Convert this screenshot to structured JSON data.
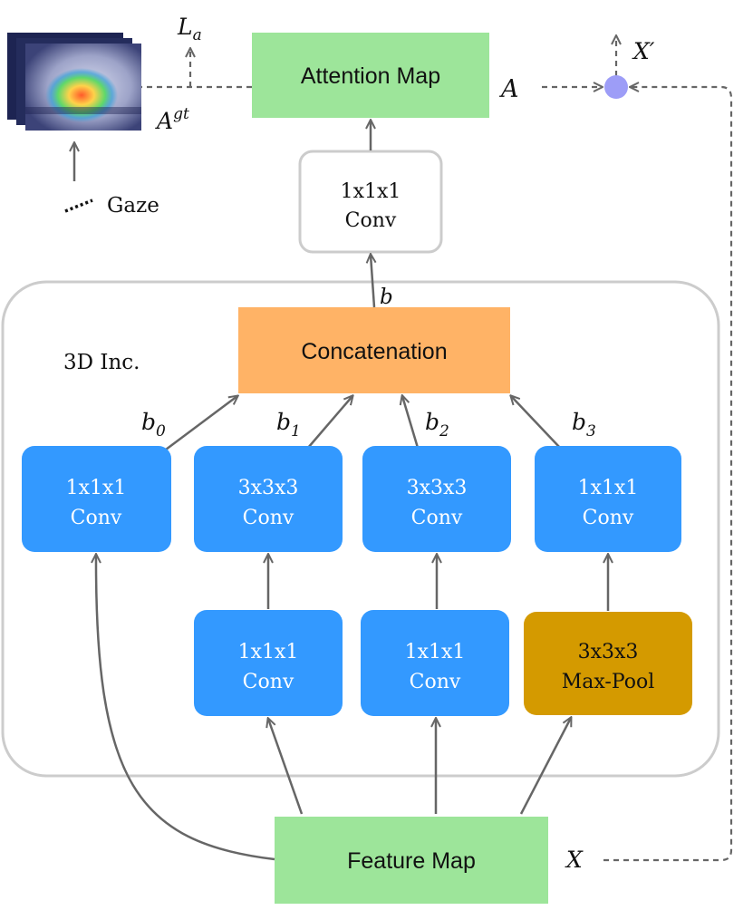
{
  "colors": {
    "green": "#9de59a",
    "orange": "#ffb366",
    "blue": "#3399ff",
    "gold": "#d49a00",
    "dot": "#9d9df7",
    "frame": "#cccccc",
    "arrow": "#666666"
  },
  "nodes": {
    "attention_map": "Attention Map",
    "conv_top_line1": "1x1x1",
    "conv_top_line2": "Conv",
    "concatenation": "Concatenation",
    "inception_label": "3D Inc.",
    "branch0_conv_line1": "1x1x1",
    "branch0_conv_line2": "Conv",
    "branch1_conv_line1": "3x3x3",
    "branch1_conv_line2": "Conv",
    "branch2_conv_line1": "3x3x3",
    "branch2_conv_line2": "Conv",
    "branch3_conv_line1": "1x1x1",
    "branch3_conv_line2": "Conv",
    "branch1_reduce_line1": "1x1x1",
    "branch1_reduce_line2": "Conv",
    "branch2_reduce_line1": "1x1x1",
    "branch2_reduce_line2": "Conv",
    "maxpool_line1": "3x3x3",
    "maxpool_line2": "Max-Pool",
    "feature_map": "Feature Map",
    "gaze": "Gaze"
  },
  "math_labels": {
    "loss_base": "L",
    "loss_sub": "a",
    "gt_base": "A",
    "gt_sup": "gt",
    "A": "A",
    "X_prime": "X′",
    "X": "X",
    "b": "b",
    "b0_base": "b",
    "b0_sub": "0",
    "b1_base": "b",
    "b1_sub": "1",
    "b2_base": "b",
    "b2_sub": "2",
    "b3_base": "b",
    "b3_sub": "3"
  }
}
